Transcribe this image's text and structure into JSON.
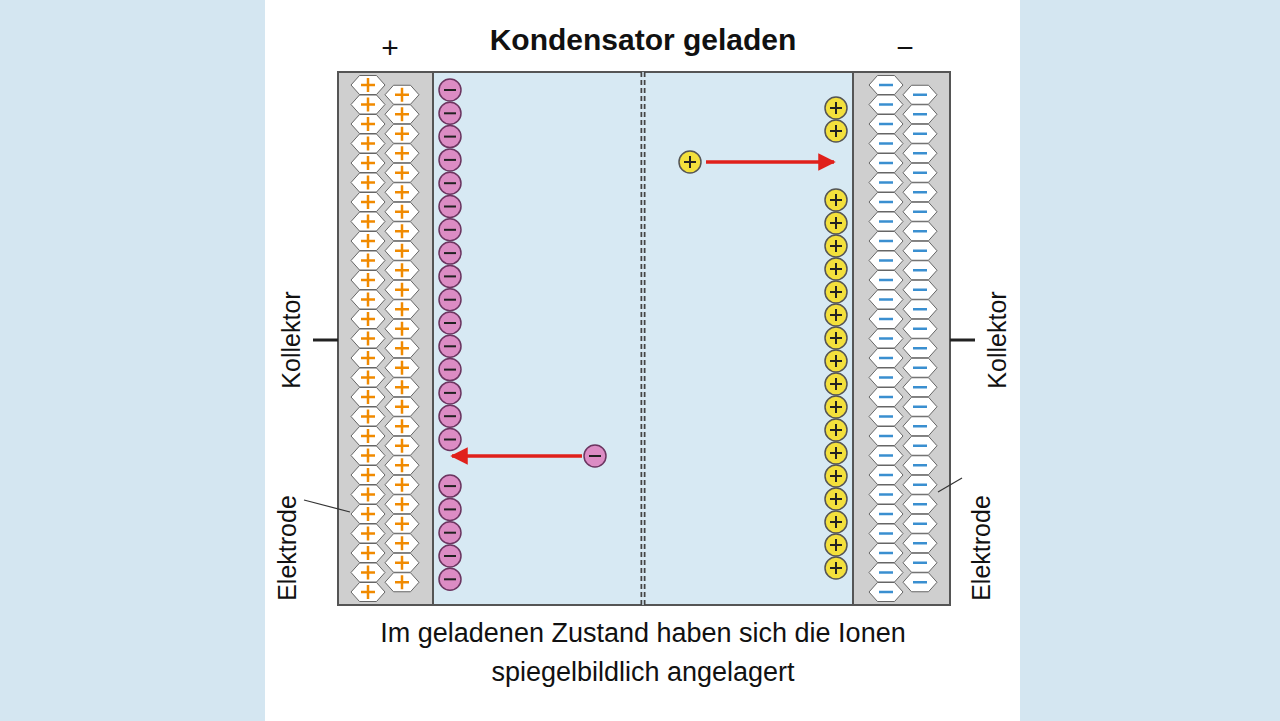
{
  "diagram": {
    "title": "Kondensator geladen",
    "caption": "Im geladenen Zustand haben sich die Ionen spiegelbildlich angelagert",
    "labels": [
      "+",
      "−",
      "Kollektor",
      "Elektrode",
      "Kollektor",
      "Elektrode"
    ]
  }
}
